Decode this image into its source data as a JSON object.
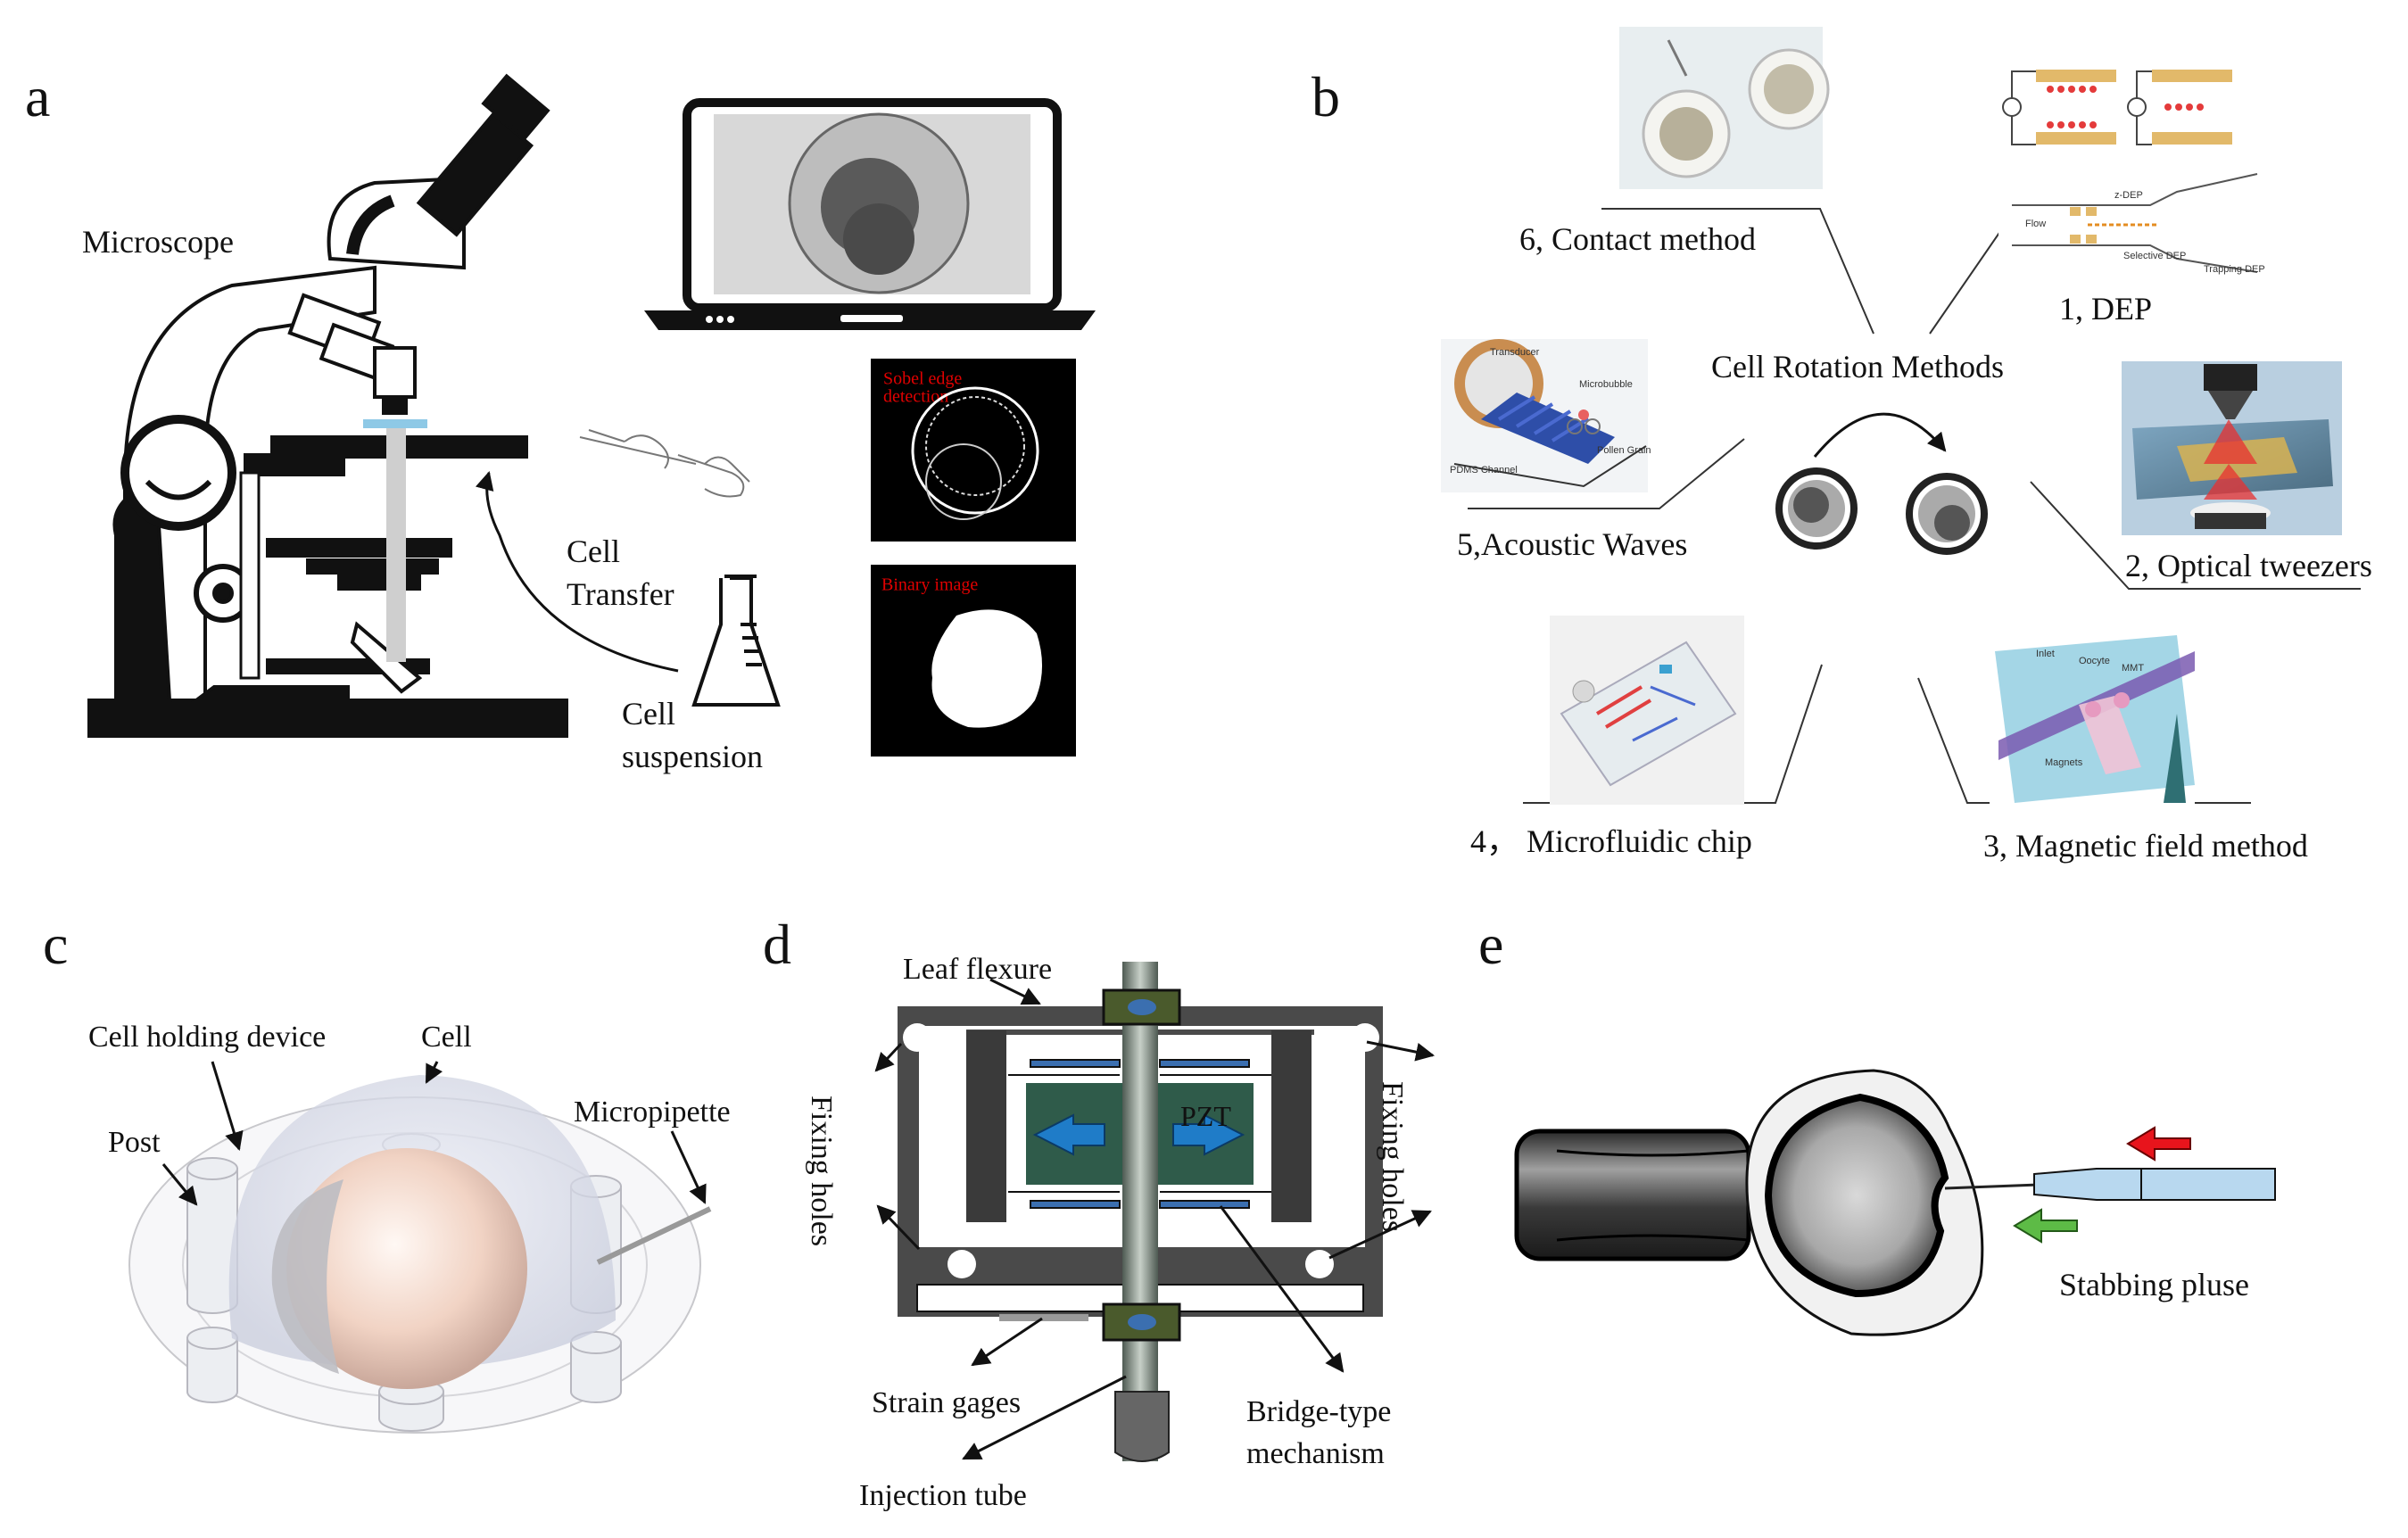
{
  "panels": {
    "a": {
      "letter": "a",
      "microscope_label": "Microscope",
      "transfer_label": [
        "Cell",
        "Transfer"
      ],
      "suspension_label": [
        "Cell",
        "suspension"
      ],
      "edge_title": [
        "Sobel edge",
        "detection"
      ],
      "binary_title": "Binary image"
    },
    "b": {
      "letter": "b",
      "center_title": "Cell Rotation Methods",
      "methods": {
        "dep": "1, DEP",
        "optical": "2, Optical tweezers",
        "magnetic": "3, Magnetic field method",
        "microfluidic": "4，  Microfluidic chip",
        "acoustic": "5,Acoustic Waves",
        "contact": "6, Contact method"
      },
      "inset_text": {
        "transducer": "Transducer",
        "microbubble": "Microbubble",
        "pollen": "Pollen Grain",
        "pdms": "PDMS Channel",
        "inlet": "Inlet",
        "oocyte": "Oocyte",
        "mmt": "MMT",
        "magnets": "Magnets",
        "flow": "Flow",
        "zdep": "z-DEP",
        "selective": "Selective DEP",
        "trapping": "Trapping DEP"
      }
    },
    "c": {
      "letter": "c",
      "holding_device": "Cell holding device",
      "cell": "Cell",
      "post": "Post",
      "micropipette": "Micropipette"
    },
    "d": {
      "letter": "d",
      "leaf_flexure": "Leaf flexure",
      "fixing_holes": "Fixing holes",
      "pzt": "PZT",
      "strain_gages": "Strain gages",
      "bridge": [
        "Bridge-type",
        "mechanism"
      ],
      "injection_tube": "Injection tube"
    },
    "e": {
      "letter": "e",
      "stabbing": "Stabbing pluse"
    }
  },
  "colors": {
    "pzt_green": "#2f5b4a",
    "clamp_olive": "#4a5a2c",
    "frame_gray": "#4a4a4a",
    "arrow_blue": "#1f7cc8",
    "arrow_red": "#e8141c",
    "arrow_green": "#5dbb46",
    "stage_blue": "#8ec9e6"
  }
}
